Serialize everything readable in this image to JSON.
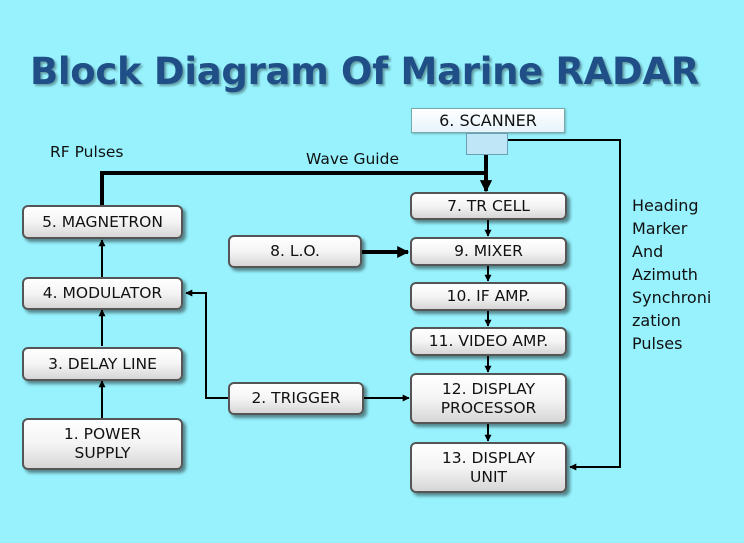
{
  "title": "Block Diagram Of Marine RADAR",
  "blocks": {
    "scanner": "6. SCANNER",
    "magnetron": "5. MAGNETRON",
    "modulator": "4. MODULATOR",
    "delay_line": "3. DELAY LINE",
    "power_supply": [
      "1. POWER",
      "SUPPLY"
    ],
    "lo": "8. L.O.",
    "trigger": "2. TRIGGER",
    "tr_cell": "7. TR CELL",
    "mixer": "9. MIXER",
    "if_amp": "10. IF AMP.",
    "video_amp": "11. VIDEO AMP.",
    "display_processor": [
      "12. DISPLAY",
      "PROCESSOR"
    ],
    "display_unit": [
      "13. DISPLAY",
      "UNIT"
    ]
  },
  "labels": {
    "rf_pulses": "RF Pulses",
    "wave_guide": "Wave Guide",
    "heading": [
      "Heading",
      "Marker",
      "And",
      "Azimuth",
      "Synchroni",
      "zation",
      "Pulses"
    ]
  },
  "colors": {
    "background": "#97f2fd",
    "title": "#1f4f86"
  }
}
